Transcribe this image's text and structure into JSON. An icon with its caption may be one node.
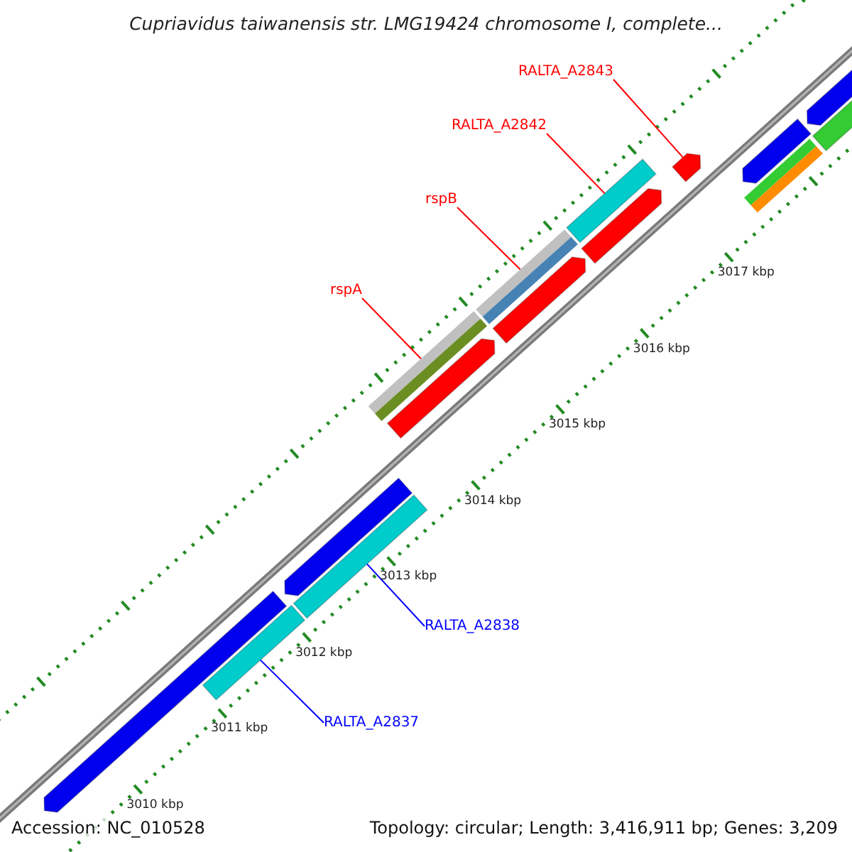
{
  "diagram": {
    "title": "Cupriavidus taiwanensis str. LMG19424 chromosome I, complete...",
    "nodes": [
      {
        "text": [
          "RALTA_A2843"
        ]
      },
      {
        "text": [
          "RALTA_A2842"
        ]
      },
      {
        "text": [
          "rspB"
        ]
      },
      {
        "text": [
          "rspA"
        ]
      },
      {
        "text": [
          "RALTA_A2838"
        ]
      },
      {
        "text": [
          "RALTA_A2837"
        ]
      },
      {
        "text": [],
        "shape": "arrow"
      },
      {
        "text": [],
        "shape": "bar"
      },
      {
        "text": [],
        "shape": "bar"
      },
      {
        "text": [],
        "shape": "bar"
      },
      {
        "text": [],
        "shape": "bar"
      },
      {
        "text": [],
        "shape": "bar"
      }
    ],
    "edges": [
      {
        "from": 0,
        "to": 6,
        "arrow": "none"
      },
      {
        "from": 1,
        "to": 7,
        "arrow": "none"
      },
      {
        "from": 2,
        "to": 8,
        "arrow": "none"
      },
      {
        "from": 3,
        "to": 9,
        "arrow": "none"
      },
      {
        "from": 4,
        "to": 10,
        "arrow": "none",
        "color": "#0000ff"
      },
      {
        "from": 5,
        "to": 11,
        "arrow": "none",
        "color": "#0000ff"
      }
    ],
    "labels": [
      "3017 kbp",
      "3016 kbp",
      "3015 kbp",
      "3014 kbp",
      "3013 kbp",
      "3012 kbp",
      "3011 kbp",
      "3010 kbp",
      "Accession: NC_010528",
      "Topology: circular; Length: 3,416,911 bp; Genes: 3,209"
    ]
  }
}
